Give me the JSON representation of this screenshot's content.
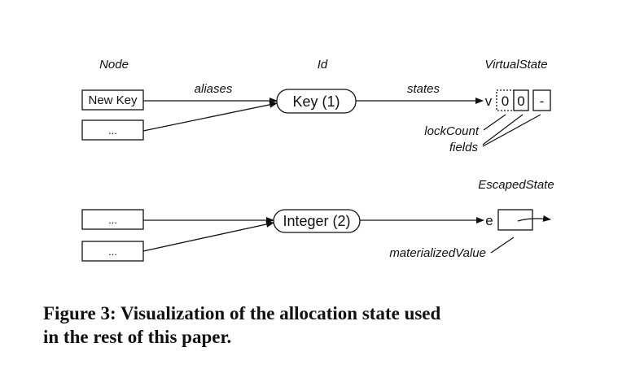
{
  "headers": {
    "node": "Node",
    "id": "Id",
    "virtual_state": "VirtualState",
    "escaped_state": "EscapedState"
  },
  "row1": {
    "node_boxes": [
      "New Key",
      "..."
    ],
    "edge_label_aliases": "aliases",
    "id_label": "Key (1)",
    "edge_label_states": "states",
    "state_letter": "v",
    "state_cells": [
      "0",
      "0",
      "-"
    ],
    "annotation_lockcount": "lockCount",
    "annotation_fields": "fields"
  },
  "row2": {
    "node_boxes": [
      "...",
      "..."
    ],
    "id_label": "Integer (2)",
    "state_letter": "e",
    "annotation_materialized": "materializedValue"
  },
  "caption": {
    "line1": "Figure 3:  Visualization of the allocation state used",
    "line2": "in the rest of this paper."
  }
}
